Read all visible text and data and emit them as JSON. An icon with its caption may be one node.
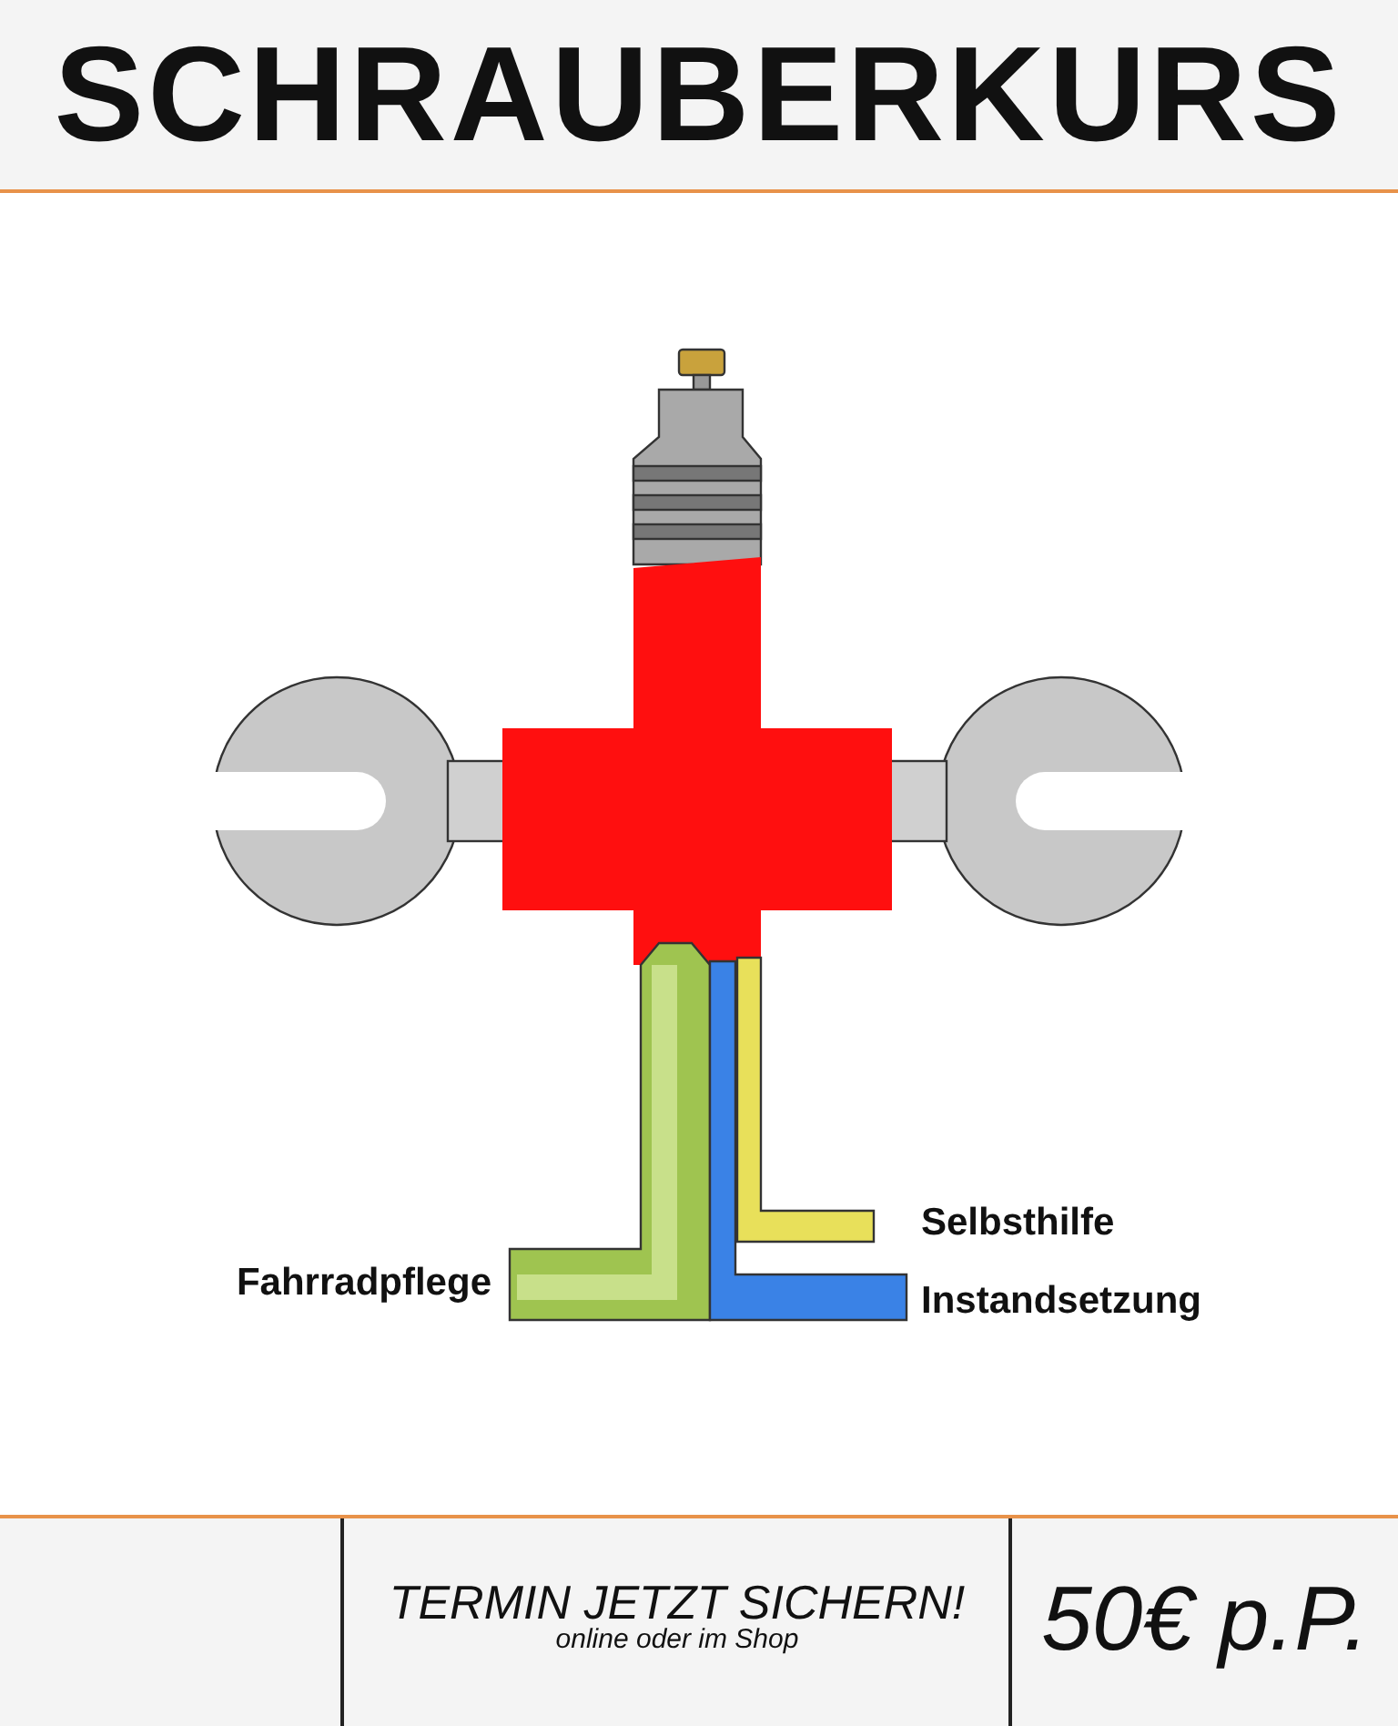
{
  "diagram": {
    "title": "SCHRAUBERKURS",
    "labels": [
      "Selbsthilfe",
      "Fahrradpflege",
      "Instandsetzung",
      "TERMIN JETZT SICHERN!",
      "online oder im Shop",
      "50€ p.P."
    ]
  }
}
